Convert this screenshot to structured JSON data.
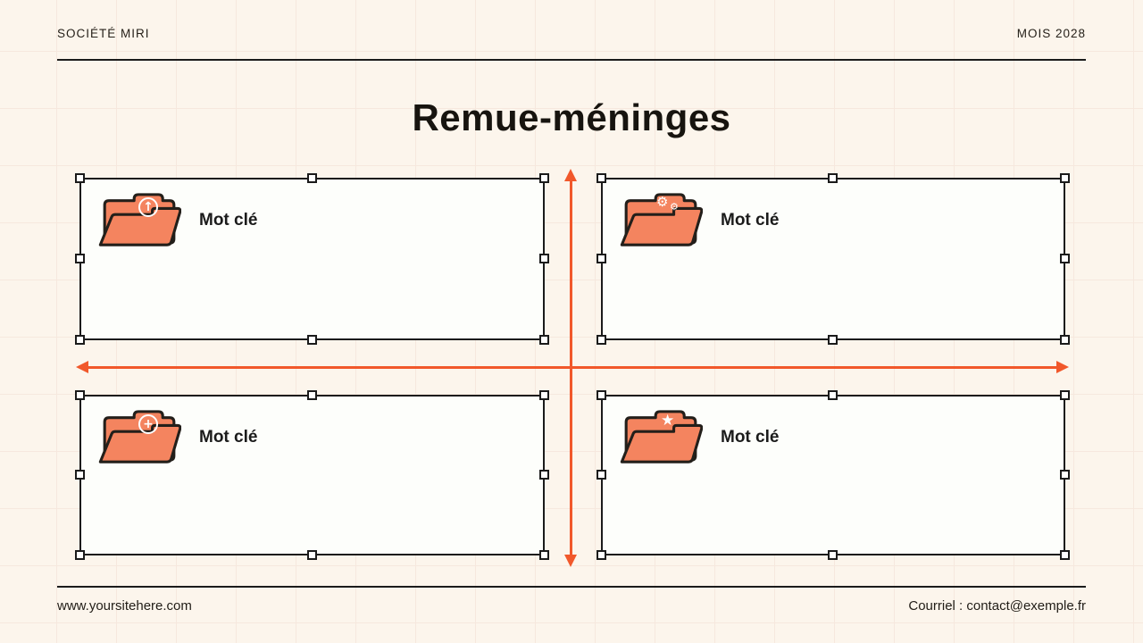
{
  "header": {
    "company": "SOCIÉTÉ MIRI",
    "period": "MOIS 2028"
  },
  "title": "Remue-méninges",
  "quadrants": [
    {
      "position": "top-left",
      "label": "Mot clé",
      "icon": "folder-upload-icon",
      "badge_glyph": "↑"
    },
    {
      "position": "top-right",
      "label": "Mot clé",
      "icon": "folder-gears-icon",
      "badge_glyph": "⚙",
      "badge_glyph_small": "⚙"
    },
    {
      "position": "bottom-left",
      "label": "Mot clé",
      "icon": "folder-add-icon",
      "badge_glyph": "+"
    },
    {
      "position": "bottom-right",
      "label": "Mot clé",
      "icon": "folder-star-icon",
      "badge_glyph": "★"
    }
  ],
  "footer": {
    "website": "www.yoursitehere.com",
    "email": "Courriel : contact@exemple.fr"
  },
  "colors": {
    "background": "#FCF5EC",
    "ink": "#1B1B1B",
    "folder": "#F4845F",
    "axis": "#F1582B",
    "box_fill": "#FDFEFB"
  }
}
